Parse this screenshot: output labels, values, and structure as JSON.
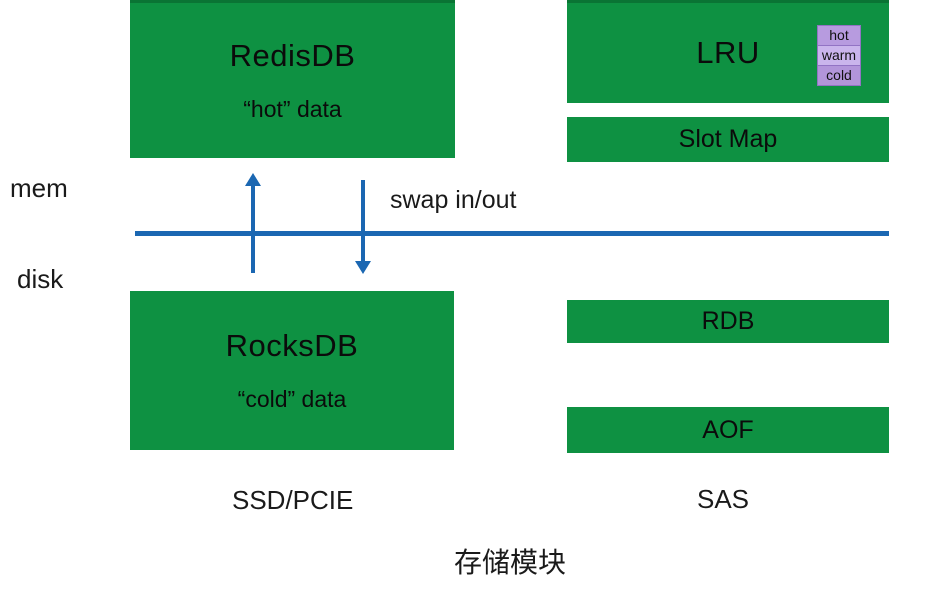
{
  "diagram": {
    "title": "存储模块",
    "row_labels": {
      "mem": "mem",
      "disk": "disk"
    },
    "mem_tier": {
      "redis": {
        "name": "RedisDB",
        "subtitle": "“hot” data"
      },
      "lru": {
        "name": "LRU",
        "legend": [
          {
            "label": "hot"
          },
          {
            "label": "warm"
          },
          {
            "label": "cold"
          }
        ]
      },
      "slot_map": "Slot Map"
    },
    "swap_label": "swap in/out",
    "disk_tier": {
      "rocks": {
        "name": "RocksDB",
        "subtitle": "“cold” data"
      },
      "rdb": "RDB",
      "aof": "AOF"
    },
    "hardware_labels": {
      "ssd": "SSD/PCIE",
      "sas": "SAS"
    },
    "colors": {
      "box_green": "#0e9142",
      "box_green_edge": "#0a7434",
      "line_blue": "#1b67b2",
      "legend_hot": "#b79bdf",
      "legend_warm": "#cab5ec",
      "legend_cold": "#b295da",
      "legend_border": "#9273c4",
      "text": "#1a1a1a"
    }
  }
}
